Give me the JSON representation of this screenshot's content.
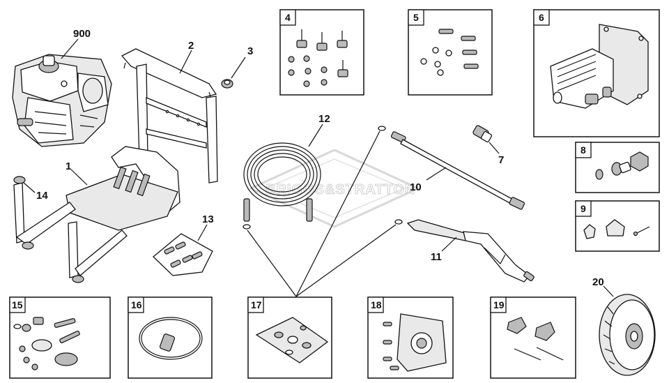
{
  "watermark": "BRIGGS&STRATTON",
  "callouts": {
    "p900": "900",
    "p1": "1",
    "p2": "2",
    "p3": "3",
    "p7": "7",
    "p10": "10",
    "p11": "11",
    "p12": "12",
    "p13": "13",
    "p14": "14",
    "p20": "20"
  },
  "boxes": {
    "b4": "4",
    "b5": "5",
    "b6": "6",
    "b8": "8",
    "b9": "9",
    "b15": "15",
    "b16": "16",
    "b17": "17",
    "b18": "18",
    "b19": "19"
  }
}
